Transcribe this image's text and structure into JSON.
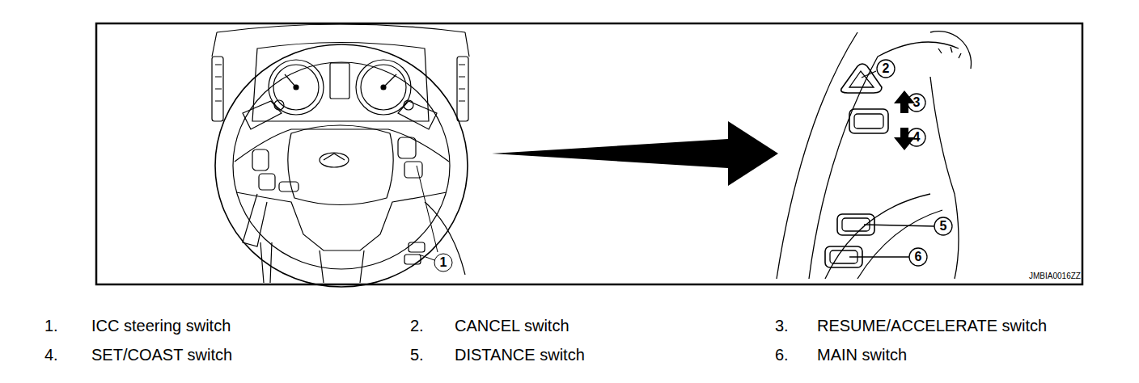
{
  "diagram": {
    "labels": [
      "1",
      "2",
      "3",
      "4",
      "5",
      "6",
      "JMBIA0016ZZ",
      "1.",
      "ICC steering switch",
      "2.",
      "CANCEL switch",
      "3.",
      "RESUME/ACCELERATE switch",
      "4.",
      "SET/COAST switch",
      "5.",
      "DISTANCE switch",
      "6.",
      "MAIN switch"
    ]
  }
}
